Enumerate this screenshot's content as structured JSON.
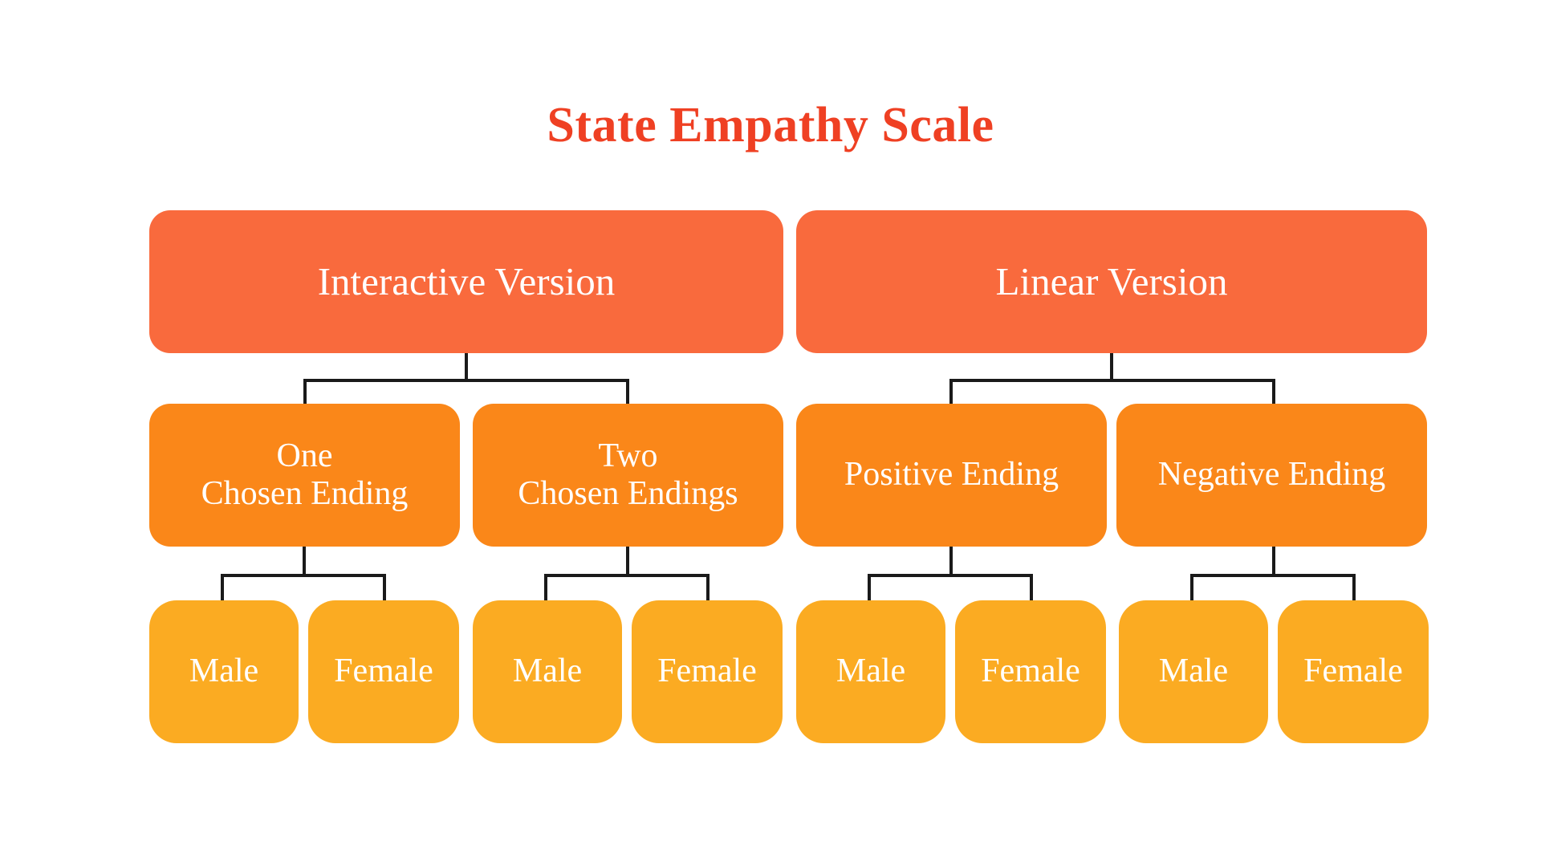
{
  "title": "State Empathy Scale",
  "colors": {
    "title": "#EF4023",
    "level1_box": "#F96A3D",
    "level2_box": "#FA8719",
    "level3_box": "#FBAB22",
    "box_text": "#FFFFFF",
    "connector": "#1A1A1A",
    "background": "#FFFFFF"
  },
  "chart_data": {
    "type": "tree",
    "title": "State Empathy Scale",
    "levels": 3,
    "root_label": "State Empathy Scale",
    "nodes": [
      {
        "id": "interactive-version",
        "label": "Interactive Version",
        "level": 1,
        "children": [
          {
            "id": "one-chosen-ending",
            "label": "One\nChosen Ending",
            "level": 2,
            "children": [
              {
                "id": "one-chosen-ending-male",
                "label": "Male",
                "level": 3
              },
              {
                "id": "one-chosen-ending-female",
                "label": "Female",
                "level": 3
              }
            ]
          },
          {
            "id": "two-chosen-endings",
            "label": "Two\nChosen Endings",
            "level": 2,
            "children": [
              {
                "id": "two-chosen-endings-male",
                "label": "Male",
                "level": 3
              },
              {
                "id": "two-chosen-endings-female",
                "label": "Female",
                "level": 3
              }
            ]
          }
        ]
      },
      {
        "id": "linear-version",
        "label": "Linear Version",
        "level": 1,
        "children": [
          {
            "id": "positive-ending",
            "label": "Positive Ending",
            "level": 2,
            "children": [
              {
                "id": "positive-ending-male",
                "label": "Male",
                "level": 3
              },
              {
                "id": "positive-ending-female",
                "label": "Female",
                "level": 3
              }
            ]
          },
          {
            "id": "negative-ending",
            "label": "Negative Ending",
            "level": 2,
            "children": [
              {
                "id": "negative-ending-male",
                "label": "Male",
                "level": 3
              },
              {
                "id": "negative-ending-female",
                "label": "Female",
                "level": 3
              }
            ]
          }
        ]
      }
    ]
  },
  "level1": {
    "interactive": "Interactive Version",
    "linear": "Linear Version"
  },
  "level2": {
    "one_chosen_ending": "One\nChosen Ending",
    "two_chosen_endings": "Two\nChosen Endings",
    "positive_ending": "Positive Ending",
    "negative_ending": "Negative Ending"
  },
  "level3": {
    "one_male": "Male",
    "one_female": "Female",
    "two_male": "Male",
    "two_female": "Female",
    "positive_male": "Male",
    "positive_female": "Female",
    "negative_male": "Male",
    "negative_female": "Female"
  }
}
